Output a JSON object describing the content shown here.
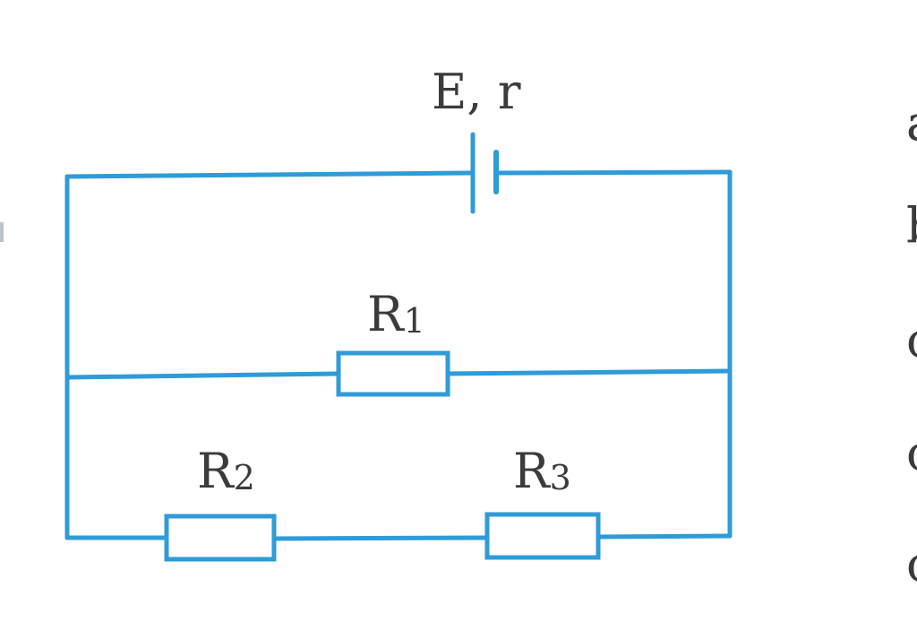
{
  "colors": {
    "wire": "#2f9bd8",
    "text": "#3b3b3b"
  },
  "battery": {
    "label": "E, r"
  },
  "resistors": {
    "r1": {
      "main": "R",
      "sub": "1"
    },
    "r2": {
      "main": "R",
      "sub": "2"
    },
    "r3": {
      "main": "R",
      "sub": "3"
    }
  },
  "right_edge_text": [
    "a",
    "b",
    "c",
    "c",
    "c"
  ]
}
